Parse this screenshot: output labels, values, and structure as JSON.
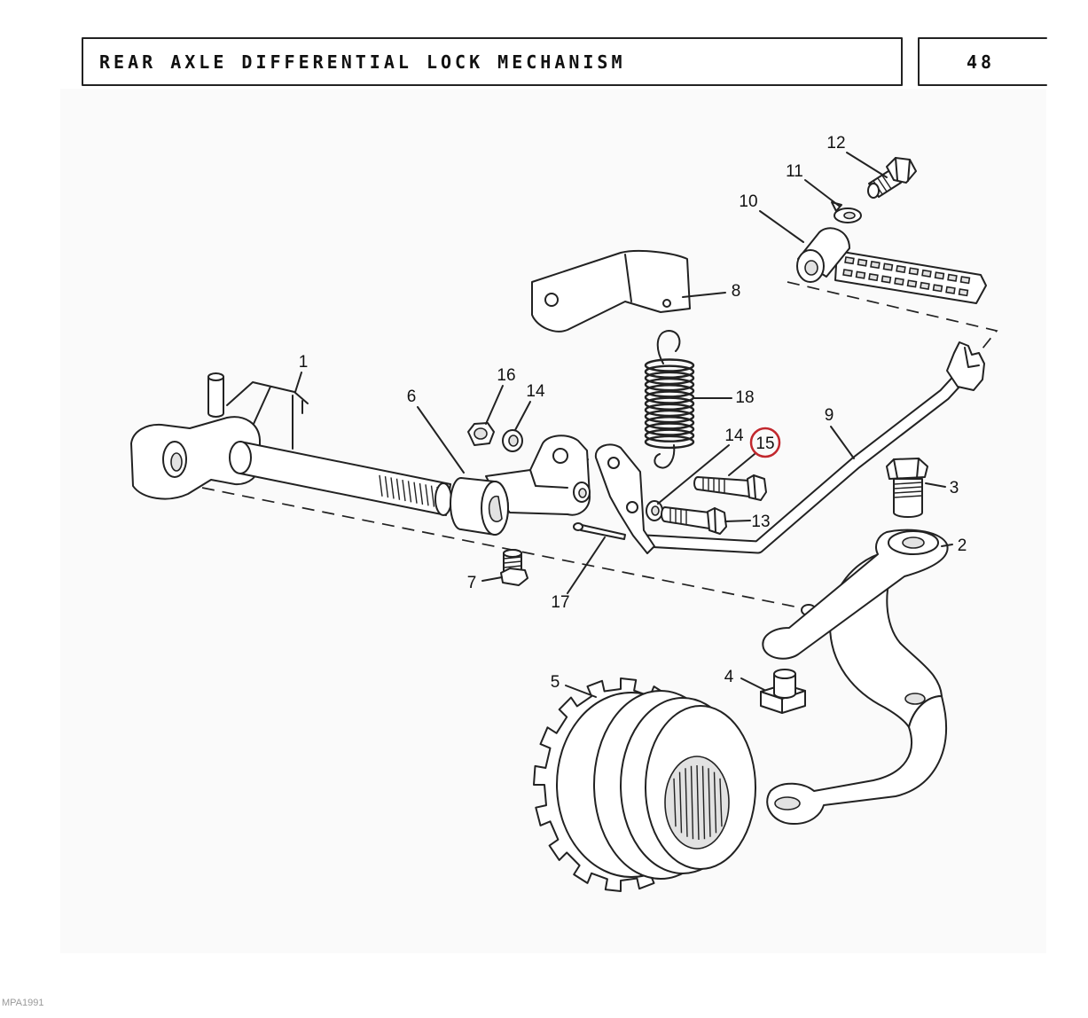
{
  "header": {
    "title": "REAR AXLE DIFFERENTIAL LOCK MECHANISM",
    "page_number": "48"
  },
  "callouts": [
    {
      "label": "12"
    },
    {
      "label": "11"
    },
    {
      "label": "10"
    },
    {
      "label": "8"
    },
    {
      "label": "1"
    },
    {
      "label": "16"
    },
    {
      "label": "14"
    },
    {
      "label": "6"
    },
    {
      "label": "18"
    },
    {
      "label": "9"
    },
    {
      "label": "14"
    },
    {
      "label": "15",
      "selected": true
    },
    {
      "label": "3"
    },
    {
      "label": "13"
    },
    {
      "label": "2"
    },
    {
      "label": "7"
    },
    {
      "label": "17"
    },
    {
      "label": "4"
    },
    {
      "label": "5"
    }
  ],
  "colors": {
    "line": "#222222",
    "highlight": "#c1272d",
    "drawing_background": "#fafafa"
  },
  "footer": {
    "code": "MPA1991"
  }
}
